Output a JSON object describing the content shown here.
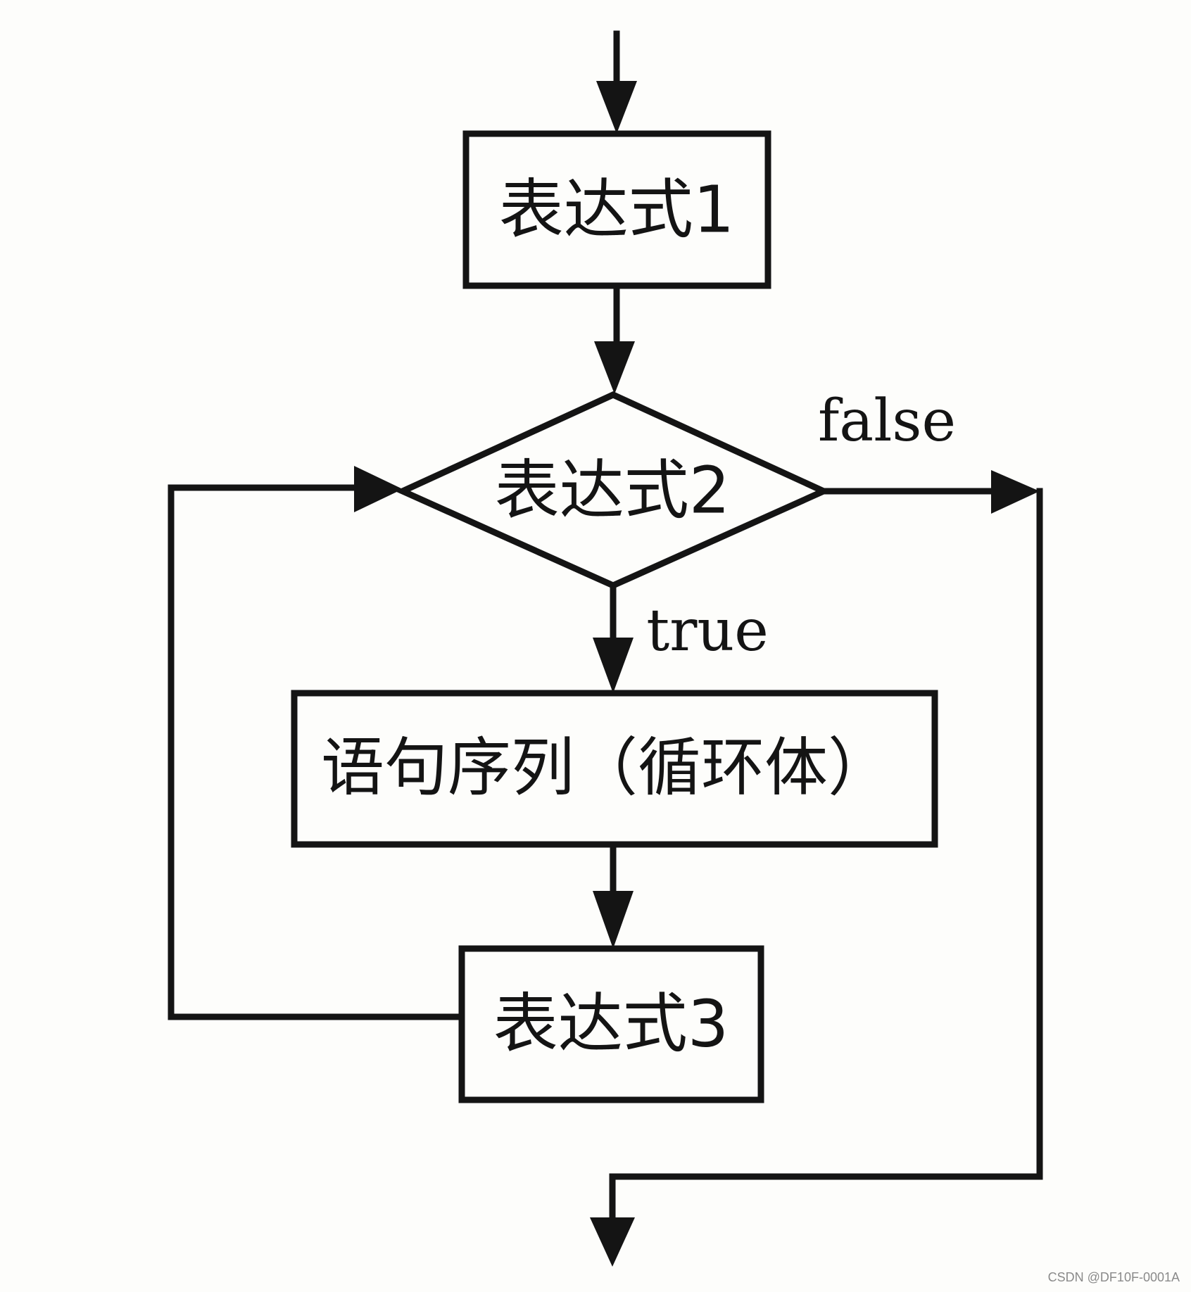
{
  "diagram": {
    "nodes": {
      "expr1": "表达式1",
      "expr2": "表达式2",
      "body": "语句序列（循环体）",
      "expr3": "表达式3"
    },
    "edge_labels": {
      "false_branch": "false",
      "true_branch": "true"
    }
  },
  "watermark": "CSDN @DF10F-0001A"
}
